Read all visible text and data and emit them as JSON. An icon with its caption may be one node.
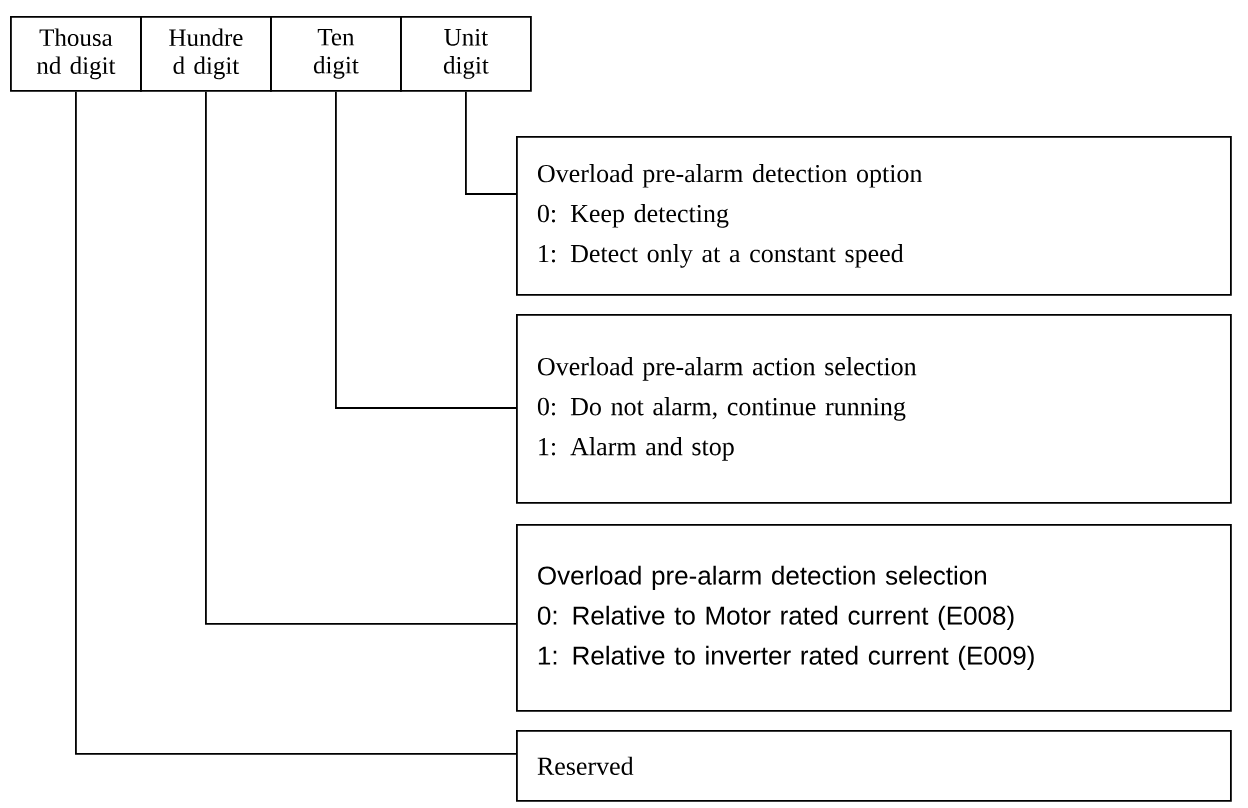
{
  "diagram": {
    "nodes": [
      {
        "text": [
          "Thousa nd digit"
        ]
      },
      {
        "text": [
          "Hundre d digit"
        ]
      },
      {
        "text": [
          "Ten digit"
        ]
      },
      {
        "text": [
          "Unit digit"
        ]
      },
      {
        "text": [
          "Overload pre-alarm detection option",
          "0: Keep detecting",
          "1: Detect only at a constant speed"
        ]
      },
      {
        "text": [
          "Overload pre-alarm action selection",
          "0: Do not alarm, continue running",
          "1: Alarm and stop"
        ]
      },
      {
        "text": [
          "Overload pre-alarm detection selection",
          "0: Relative to Motor rated current (E008)",
          "1: Relative to inverter rated current (E009)"
        ]
      },
      {
        "text": [
          "Reserved"
        ]
      }
    ],
    "edges": [
      {
        "from": 3,
        "to": 4,
        "arrow": "none"
      },
      {
        "from": 2,
        "to": 5,
        "arrow": "none"
      },
      {
        "from": 1,
        "to": 6,
        "arrow": "none"
      },
      {
        "from": 0,
        "to": 7,
        "arrow": "none"
      }
    ]
  }
}
